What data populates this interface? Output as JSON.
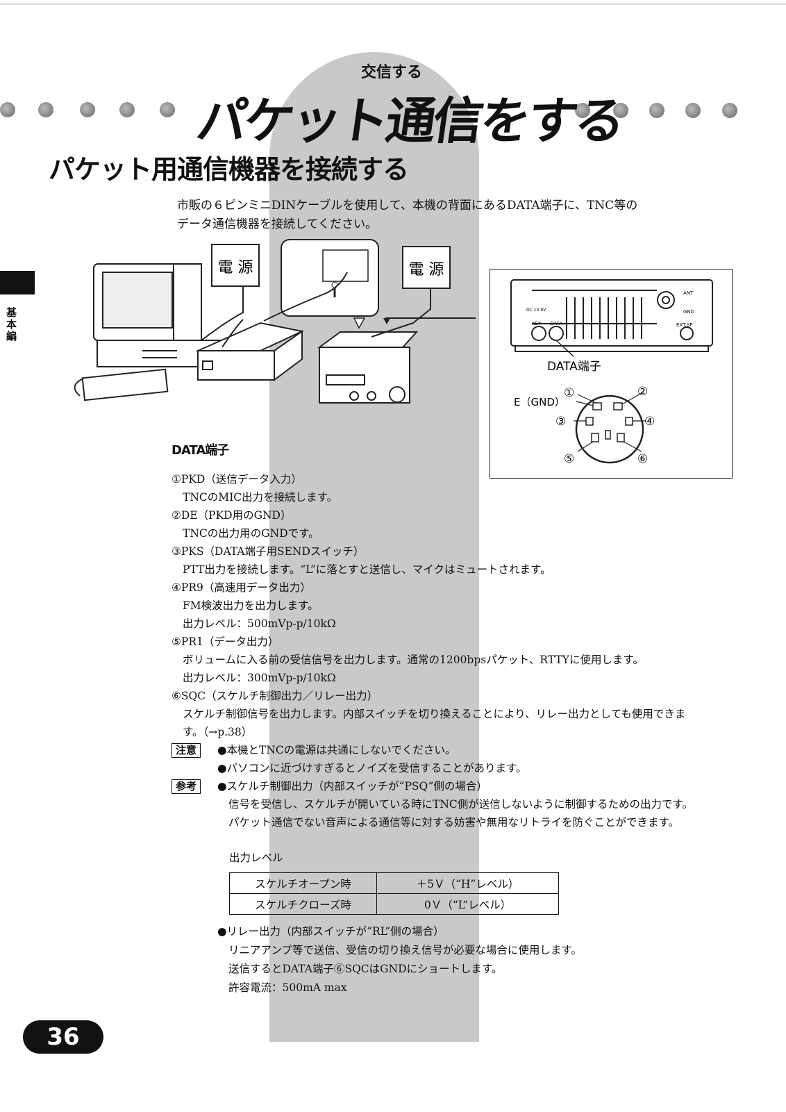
{
  "header": {
    "section_label": "交信する",
    "main_title": "パケット通信をする",
    "sub_title": "パケット用通信機器を接続する"
  },
  "intro": {
    "line1": "市販の６ピンミニDINケーブルを使用して、本機の背面にあるDATA端子に、TNC等の",
    "line2": "データ通信機器を接続してください。"
  },
  "side_label": "基本編",
  "diagram": {
    "power_label_1": "電 源",
    "power_label_2": "電 源",
    "data_terminal": "DATA端子",
    "gnd_label": "E（GND）",
    "pins": [
      "①",
      "②",
      "③",
      "④",
      "⑤",
      "⑥"
    ],
    "panel_labels": {
      "ant": "ANT",
      "gnd": "GND",
      "dc": "DC 13.8V",
      "key": "KEY",
      "data": "DATA",
      "ext": "EXT.SP"
    }
  },
  "data_section": {
    "heading": "DATA端子",
    "items": [
      {
        "title": "①PKD（送信データ入力）",
        "lines": [
          "TNCのMIC出力を接続します。"
        ]
      },
      {
        "title": "②DE（PKD用のGND）",
        "lines": [
          "TNCの出力用のGNDです。"
        ]
      },
      {
        "title": "③PKS（DATA端子用SENDスイッチ）",
        "lines": [
          "PTT出力を接続します。“L”に落とすと送信し、マイクはミュートされます。"
        ]
      },
      {
        "title": "④PR9（高速用データ出力）",
        "lines": [
          "FM検波出力を出力します。",
          "出力レベル：500mVp-p/10kΩ"
        ]
      },
      {
        "title": "⑤PR1（データ出力）",
        "lines": [
          "ボリュームに入る前の受信信号を出力します。通常の1200bpsパケット、RTTYに使用します。",
          "出力レベル：300mVp-p/10kΩ"
        ]
      },
      {
        "title": "⑥SQC（スケルチ制御出力／リレー出力）",
        "lines": [
          "スケルチ制御信号を出力します。内部スイッチを切り換えることにより、リレー出力としても使用できます。（→p.38）"
        ]
      }
    ]
  },
  "notes": {
    "caution_tag": "注意",
    "caution_lines": [
      "●本機とTNCの電源は共通にしないでください。",
      "●パソコンに近づけすぎるとノイズを受信することがあります。"
    ],
    "ref_tag": "参考",
    "ref_title": "●スケルチ制御出力（内部スイッチが“PSQ”側の場合）",
    "ref_body": "信号を受信し、スケルチが開いている時にTNC側が送信しないように制御するための出力です。パケット通信でない音声による通信等に対する妨害や無用なリトライを防ぐことができます。"
  },
  "output_level": {
    "label": "出力レベル",
    "rows": [
      {
        "state": "スケルチオープン時",
        "value": "＋5Ｖ（“H”レベル）"
      },
      {
        "state": "スケルチクローズ時",
        "value": "0Ｖ（“L”レベル）"
      }
    ]
  },
  "relay": {
    "title": "●リレー出力（内部スイッチが“RL”側の場合）",
    "lines": [
      "リニアアンプ等で送信、受信の切り換え信号が必要な場合に使用します。",
      "送信するとDATA端子⑥SQCはGNDにショートします。",
      "許容電流：500mA max"
    ]
  },
  "page_number": "36"
}
